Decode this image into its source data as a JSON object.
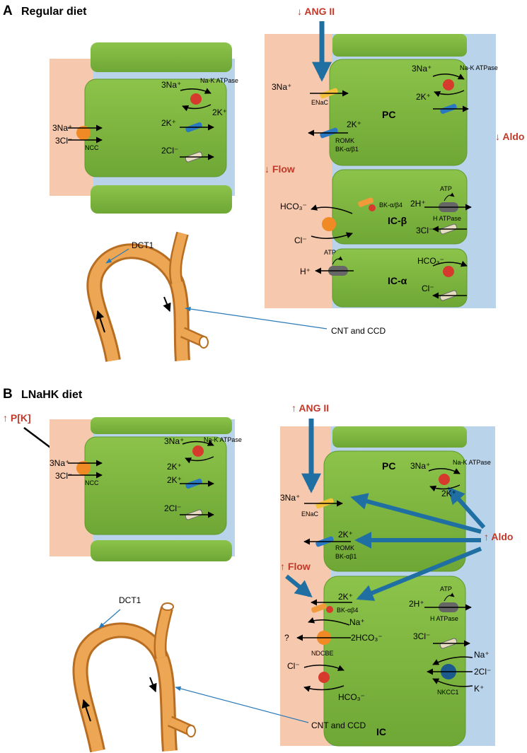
{
  "colors": {
    "lumen": "#f6c8ad",
    "blood": "#b9d3ea",
    "cell": "#7fb842",
    "cell_dark": "#5f9a2c",
    "regulator_red": "#c0392b",
    "blue_arrow": "#1f6fa3",
    "tubule": "#d8913a"
  },
  "panel_a": {
    "letter": "A",
    "title": "Regular diet",
    "ang": "↓ ANG II",
    "aldo": "↓ Aldo",
    "flow": "↓ Flow",
    "dct": {
      "na": "3Na⁺",
      "cl": "3Cl⁻",
      "ncc": "NCC",
      "na_out": "3Na⁺",
      "nak": "Na-K ATPase",
      "k_in": "2K⁺",
      "k_out": "2K⁺",
      "cl_out": "2Cl⁻"
    },
    "pc": {
      "name": "PC",
      "na": "3Na⁺",
      "enac": "ENaC",
      "k": "2K⁺",
      "romk": "ROMK",
      "bk": "BK-α/β1",
      "na_out": "3Na⁺",
      "nak": "Na-K ATPase",
      "k_in": "2K⁺"
    },
    "icb": {
      "name": "IC-β",
      "bk": "BK-α/β4",
      "hco3": "HCO₃⁻",
      "cl": "Cl⁻",
      "atp": "ATP",
      "h": "2H⁺",
      "hatpase": "H ATPase",
      "cl3": "3Cl⁻"
    },
    "ica": {
      "name": "IC-α",
      "atp": "ATP",
      "h": "H⁺",
      "hco3": "HCO₃⁻",
      "cl": "Cl⁻"
    },
    "dct1": "DCT1",
    "cnt": "CNT and CCD"
  },
  "panel_b": {
    "letter": "B",
    "title": "LNaHK diet",
    "pk": "↑ P[K]",
    "ang": "↑ ANG II",
    "aldo": "↑ Aldo",
    "flow": "↑ Flow",
    "dct": {
      "na": "3Na⁺",
      "cl": "3Cl⁻",
      "ncc": "NCC",
      "na_out": "3Na⁺",
      "nak": "Na-K ATPase",
      "k_in": "2K⁺",
      "k_out": "2K⁺",
      "cl_out": "2Cl⁻"
    },
    "pc": {
      "name": "PC",
      "na": "3Na⁺",
      "enac": "ENaC",
      "k": "2K⁺",
      "romk": "ROMK",
      "bk": "BK-αβ1",
      "na_out": "3Na⁺",
      "nak": "Na-K ATPase",
      "k_in": "2K⁺"
    },
    "ic": {
      "name": "IC",
      "k": "2K⁺",
      "bk": "BK-αβ4",
      "na": "Na⁺",
      "q": "?",
      "hco3_2": "2HCO₃⁻",
      "ndcbe": "NDCBE",
      "cl": "Cl⁻",
      "hco3": "HCO₃⁻",
      "atp": "ATP",
      "h": "2H⁺",
      "hatpase": "H ATPase",
      "cl3": "3Cl⁻",
      "na_r": "Na⁺",
      "cl2": "2Cl⁻",
      "k_r": "K⁺",
      "nkcc1": "NKCC1"
    },
    "dct1": "DCT1",
    "cnt": "CNT and CCD"
  }
}
